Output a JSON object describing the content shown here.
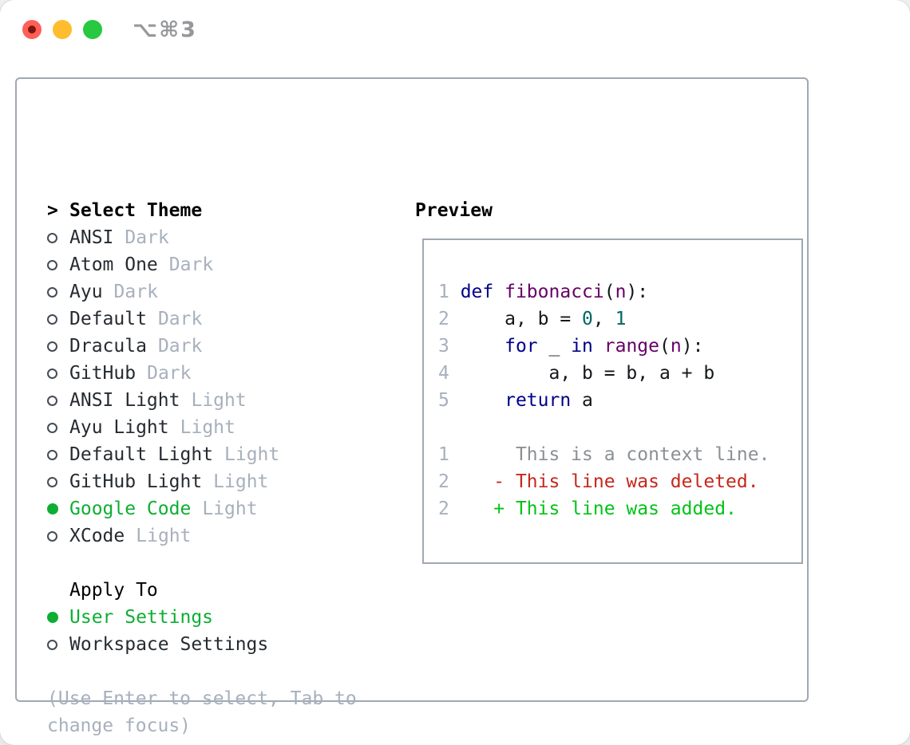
{
  "window": {
    "title_shortcut": "⌥⌘3",
    "traffic_lights": [
      "close",
      "minimize",
      "zoom"
    ]
  },
  "colors": {
    "accent_green": "#0eae33",
    "diff_add": "#00c316",
    "diff_del": "#c5281b",
    "diff_ctx": "#8b9095",
    "code_keyword": "#000088",
    "code_function": "#660066",
    "code_number": "#006666",
    "muted_gray": "#a7b0bd",
    "text_dark": "#262b31",
    "panel_border": "#a0a8b3",
    "traffic_red": "#ff5f57",
    "traffic_yellow": "#febc2e",
    "traffic_green": "#28c840"
  },
  "left_panel": {
    "prompt": ">",
    "title": "Select Theme",
    "themes": [
      {
        "name": "ANSI",
        "variant": "Dark",
        "selected": false
      },
      {
        "name": "Atom One",
        "variant": "Dark",
        "selected": false
      },
      {
        "name": "Ayu",
        "variant": "Dark",
        "selected": false
      },
      {
        "name": "Default",
        "variant": "Dark",
        "selected": false
      },
      {
        "name": "Dracula",
        "variant": "Dark",
        "selected": false
      },
      {
        "name": "GitHub",
        "variant": "Dark",
        "selected": false
      },
      {
        "name": "ANSI Light",
        "variant": "Light",
        "selected": false
      },
      {
        "name": "Ayu Light",
        "variant": "Light",
        "selected": false
      },
      {
        "name": "Default Light",
        "variant": "Light",
        "selected": false
      },
      {
        "name": "GitHub Light",
        "variant": "Light",
        "selected": false
      },
      {
        "name": "Google Code",
        "variant": "Light",
        "selected": true
      },
      {
        "name": "XCode",
        "variant": "Light",
        "selected": false
      }
    ],
    "apply_to": {
      "title": "Apply To",
      "options": [
        {
          "name": "User Settings",
          "selected": true
        },
        {
          "name": "Workspace Settings",
          "selected": false
        }
      ]
    },
    "help_lines": [
      "(Use Enter to select, Tab to",
      "change focus)"
    ]
  },
  "preview": {
    "title": "Preview",
    "lines": [
      [
        [
          "ln",
          "1 "
        ],
        [
          "kw",
          "def"
        ],
        [
          "pl",
          " "
        ],
        [
          "fn",
          "fibonacci"
        ],
        [
          "pl",
          "("
        ],
        [
          "fn",
          "n"
        ],
        [
          "pl",
          "):"
        ]
      ],
      [
        [
          "ln",
          "2 "
        ],
        [
          "pl",
          "    a, b = "
        ],
        [
          "nm",
          "0"
        ],
        [
          "pl",
          ", "
        ],
        [
          "nm",
          "1"
        ]
      ],
      [
        [
          "ln",
          "3 "
        ],
        [
          "pl",
          "    "
        ],
        [
          "kw",
          "for"
        ],
        [
          "pl",
          " _ "
        ],
        [
          "kw",
          "in"
        ],
        [
          "pl",
          " "
        ],
        [
          "fn",
          "range"
        ],
        [
          "pl",
          "("
        ],
        [
          "fn",
          "n"
        ],
        [
          "pl",
          "):"
        ]
      ],
      [
        [
          "ln",
          "4 "
        ],
        [
          "pl",
          "        a, b = b, a + b"
        ]
      ],
      [
        [
          "ln",
          "5 "
        ],
        [
          "pl",
          "    "
        ],
        [
          "kw",
          "return"
        ],
        [
          "pl",
          " a"
        ]
      ],
      [],
      [
        [
          "ln",
          "1"
        ],
        [
          "ctx",
          "      This is a context line."
        ]
      ],
      [
        [
          "ln",
          "2"
        ],
        [
          "del",
          "    - This line was deleted."
        ]
      ],
      [
        [
          "ln",
          "2"
        ],
        [
          "add",
          "    + This line was added."
        ]
      ]
    ]
  }
}
